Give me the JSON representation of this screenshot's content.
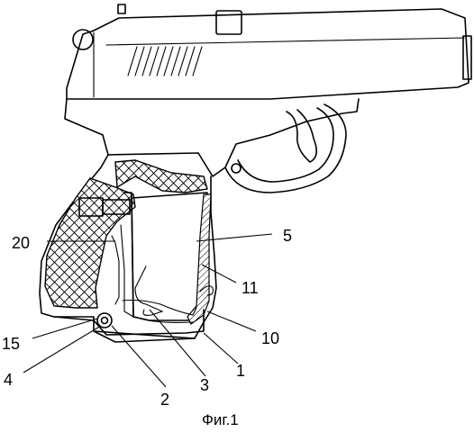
{
  "labels": {
    "n20": "20",
    "n5": "5",
    "n11": "11",
    "n10": "10",
    "n15": "15",
    "n4": "4",
    "n2": "2",
    "n3": "3",
    "n1": "1"
  },
  "caption": "Фиг.1"
}
